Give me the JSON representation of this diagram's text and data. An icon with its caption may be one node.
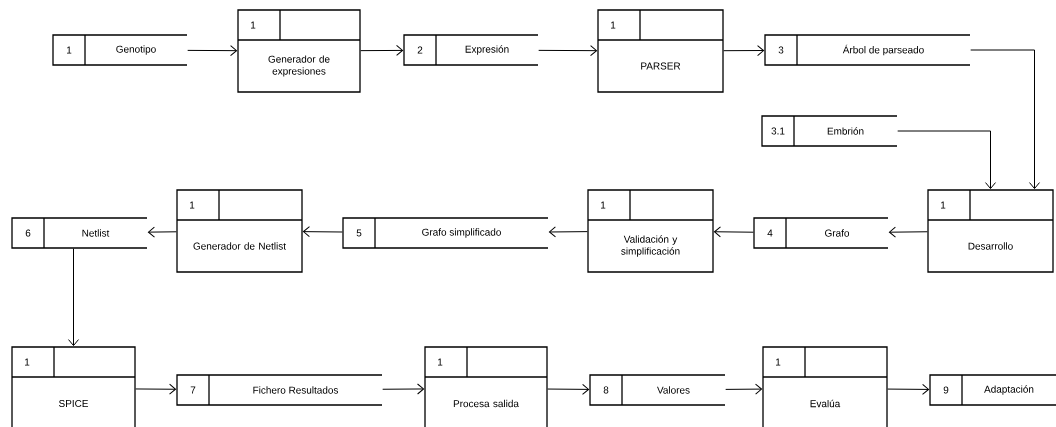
{
  "diagram": {
    "nodes": [
      {
        "text": [
          "1",
          "Genotipo"
        ]
      },
      {
        "text": [
          "1",
          "Generador de expresiones"
        ]
      },
      {
        "text": [
          "2",
          "Expresión"
        ]
      },
      {
        "text": [
          "1",
          "PARSER"
        ]
      },
      {
        "text": [
          "3",
          "Árbol de parseado"
        ]
      },
      {
        "text": [
          "3.1",
          "Embrión"
        ]
      },
      {
        "text": [
          "1",
          "Desarrollo"
        ]
      },
      {
        "text": [
          "4",
          "Grafo"
        ]
      },
      {
        "text": [
          "1",
          "Validación y simplificación"
        ]
      },
      {
        "text": [
          "5",
          "Grafo simplificado"
        ]
      },
      {
        "text": [
          "1",
          "Generador de Netlist"
        ]
      },
      {
        "text": [
          "6",
          "Netlist"
        ]
      },
      {
        "text": [
          "1",
          "SPICE"
        ]
      },
      {
        "text": [
          "7",
          "Fichero Resultados"
        ]
      },
      {
        "text": [
          "1",
          "Procesa salida"
        ]
      },
      {
        "text": [
          "8",
          "Valores"
        ]
      },
      {
        "text": [
          "1",
          "Evalúa"
        ]
      },
      {
        "text": [
          "9",
          "Adaptación"
        ]
      }
    ],
    "edges": [
      {
        "from": 0,
        "to": 1,
        "arrow": "to"
      },
      {
        "from": 1,
        "to": 2,
        "arrow": "to"
      },
      {
        "from": 2,
        "to": 3,
        "arrow": "to"
      },
      {
        "from": 3,
        "to": 4,
        "arrow": "to"
      },
      {
        "from": 4,
        "to": 6,
        "arrow": "to"
      },
      {
        "from": 5,
        "to": 6,
        "arrow": "to"
      },
      {
        "from": 6,
        "to": 7,
        "arrow": "to"
      },
      {
        "from": 7,
        "to": 8,
        "arrow": "to"
      },
      {
        "from": 8,
        "to": 9,
        "arrow": "to"
      },
      {
        "from": 9,
        "to": 10,
        "arrow": "to"
      },
      {
        "from": 10,
        "to": 11,
        "arrow": "to"
      },
      {
        "from": 11,
        "to": 12,
        "arrow": "to"
      },
      {
        "from": 12,
        "to": 13,
        "arrow": "to"
      },
      {
        "from": 13,
        "to": 14,
        "arrow": "to"
      },
      {
        "from": 14,
        "to": 15,
        "arrow": "to"
      },
      {
        "from": 15,
        "to": 16,
        "arrow": "to"
      },
      {
        "from": 16,
        "to": 17,
        "arrow": "to"
      }
    ]
  }
}
